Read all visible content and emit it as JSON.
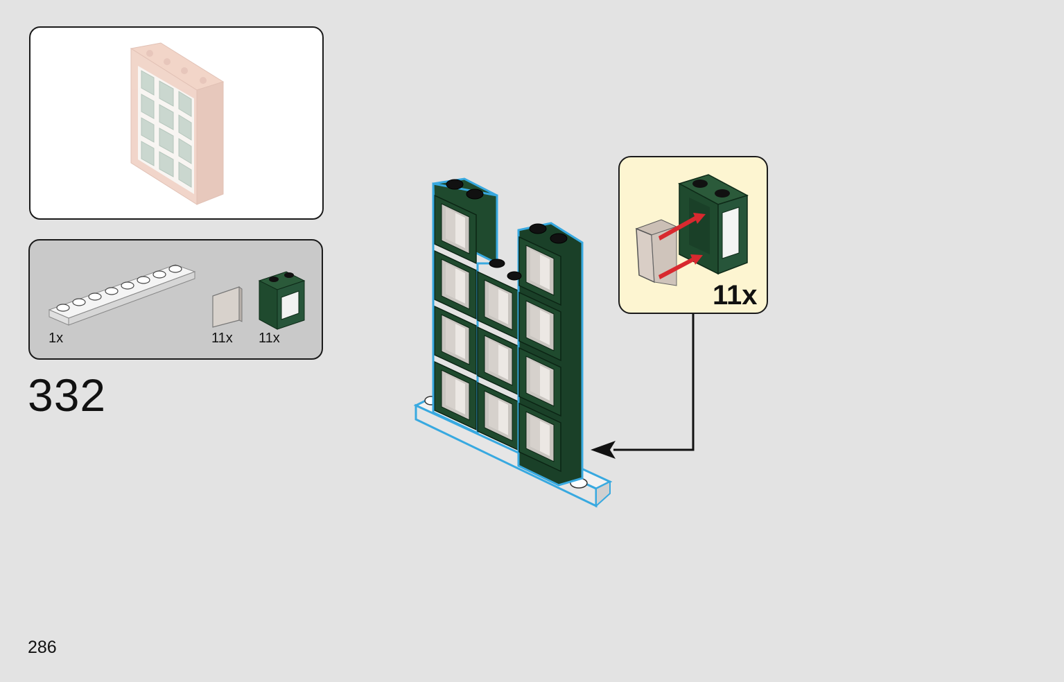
{
  "step": {
    "number": "332"
  },
  "page": {
    "number": "286"
  },
  "parts_list": {
    "items": [
      {
        "name": "white-plate-1x8-icon",
        "quantity": "1x"
      },
      {
        "name": "trans-clear-glass-pane-icon",
        "quantity": "11x"
      },
      {
        "name": "dark-green-window-frame-icon",
        "quantity": "11x"
      }
    ]
  },
  "callout": {
    "quantity": "11x"
  },
  "colors": {
    "background": "#e3e3e3",
    "dark_green": "#1f4a2e",
    "highlight_blue": "#38a9e0",
    "callout_bg": "#fdf5d1",
    "arrow_red": "#d8292f"
  }
}
